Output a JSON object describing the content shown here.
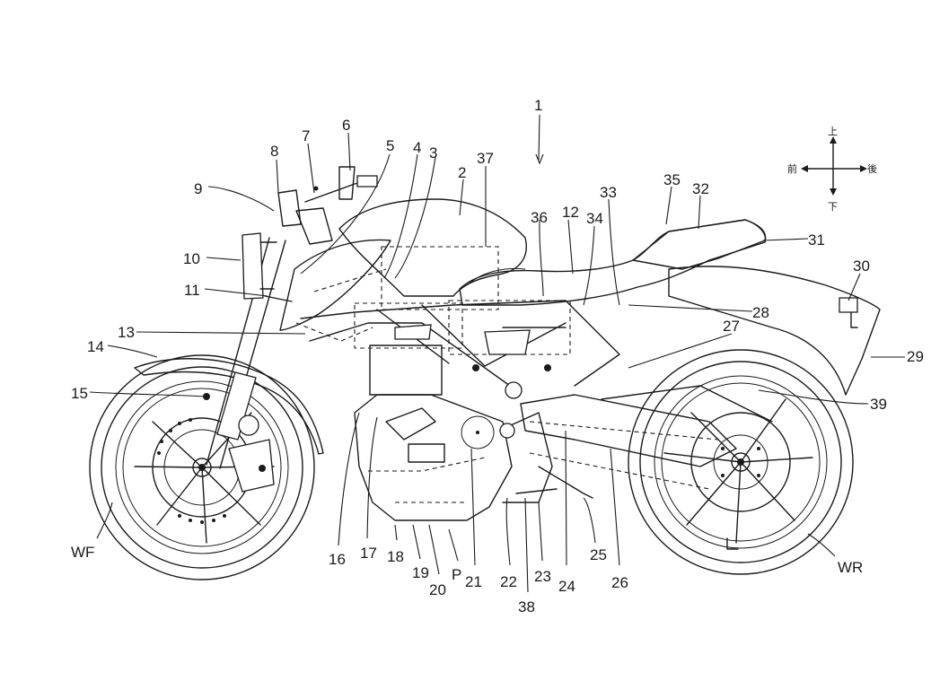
{
  "figure": {
    "labels": {
      "l1": "1",
      "l2": "2",
      "l3": "3",
      "l4": "4",
      "l5": "5",
      "l6": "6",
      "l7": "7",
      "l8": "8",
      "l9": "9",
      "l10": "10",
      "l11": "11",
      "l12": "12",
      "l13": "13",
      "l14": "14",
      "l15": "15",
      "l16": "16",
      "l17": "17",
      "l18": "18",
      "l19": "19",
      "l20": "20",
      "l21": "21",
      "l22": "22",
      "l23": "23",
      "l24": "24",
      "l25": "25",
      "l26": "26",
      "l27": "27",
      "l28": "28",
      "l29": "29",
      "l30": "30",
      "l31": "31",
      "l32": "32",
      "l33": "33",
      "l34": "34",
      "l35": "35",
      "l36": "36",
      "l37": "37",
      "l38": "38",
      "l39": "39",
      "wf": "WF",
      "wr": "WR",
      "p": "P"
    },
    "direction": {
      "up": "上",
      "down": "下",
      "front": "前",
      "rear": "後"
    }
  }
}
